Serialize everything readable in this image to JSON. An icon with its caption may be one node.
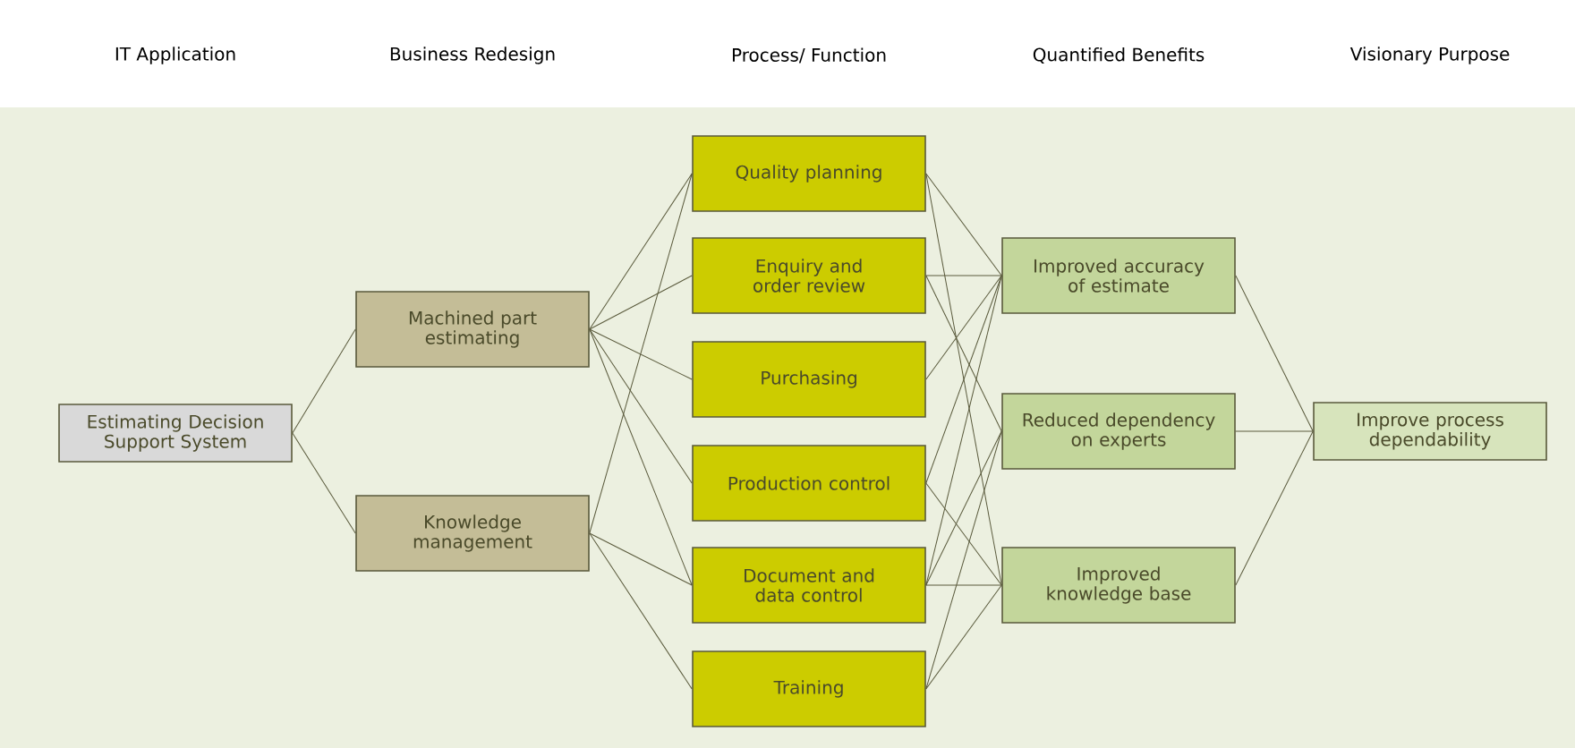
{
  "diagram": {
    "nodes": [
      {
        "text": [
          "Estimating Decision Support System"
        ]
      },
      {
        "text": [
          "Machined part estimating"
        ]
      },
      {
        "text": [
          "Knowledge management"
        ]
      },
      {
        "text": [
          "Quality planning"
        ]
      },
      {
        "text": [
          "Enquiry and order review"
        ]
      },
      {
        "text": [
          "Purchasing"
        ]
      },
      {
        "text": [
          "Production control"
        ]
      },
      {
        "text": [
          "Document and data control"
        ]
      },
      {
        "text": [
          "Training"
        ]
      },
      {
        "text": [
          "Improved accuracy of estimate"
        ]
      },
      {
        "text": [
          "Reduced dependency on experts"
        ]
      },
      {
        "text": [
          "Improved knowledge base"
        ]
      },
      {
        "text": [
          "Improve process dependability"
        ]
      }
    ],
    "edges": [
      {
        "from": 0,
        "to": 1,
        "arrow": "none"
      },
      {
        "from": 0,
        "to": 2,
        "arrow": "none"
      },
      {
        "from": 1,
        "to": 3,
        "arrow": "none"
      },
      {
        "from": 1,
        "to": 4,
        "arrow": "none"
      },
      {
        "from": 1,
        "to": 5,
        "arrow": "none"
      },
      {
        "from": 1,
        "to": 6,
        "arrow": "none"
      },
      {
        "from": 1,
        "to": 7,
        "arrow": "none"
      },
      {
        "from": 2,
        "to": 3,
        "arrow": "none"
      },
      {
        "from": 2,
        "to": 7,
        "arrow": "none"
      },
      {
        "from": 2,
        "to": 8,
        "arrow": "none"
      },
      {
        "from": 3,
        "to": 9,
        "arrow": "none"
      },
      {
        "from": 3,
        "to": 11,
        "arrow": "none"
      },
      {
        "from": 4,
        "to": 9,
        "arrow": "none"
      },
      {
        "from": 4,
        "to": 10,
        "arrow": "none"
      },
      {
        "from": 5,
        "to": 9,
        "arrow": "none"
      },
      {
        "from": 6,
        "to": 9,
        "arrow": "none"
      },
      {
        "from": 6,
        "to": 11,
        "arrow": "none"
      },
      {
        "from": 7,
        "to": 9,
        "arrow": "none"
      },
      {
        "from": 7,
        "to": 10,
        "arrow": "none"
      },
      {
        "from": 7,
        "to": 11,
        "arrow": "none"
      },
      {
        "from": 8,
        "to": 10,
        "arrow": "none"
      },
      {
        "from": 8,
        "to": 11,
        "arrow": "none"
      },
      {
        "from": 9,
        "to": 12,
        "arrow": "none"
      },
      {
        "from": 10,
        "to": 12,
        "arrow": "none"
      },
      {
        "from": 11,
        "to": 12,
        "arrow": "none"
      }
    ],
    "labels": [
      "IT Application",
      "Business Redesign",
      "Process/ Function",
      "Quantified Benefits",
      "Visionary Purpose"
    ]
  }
}
